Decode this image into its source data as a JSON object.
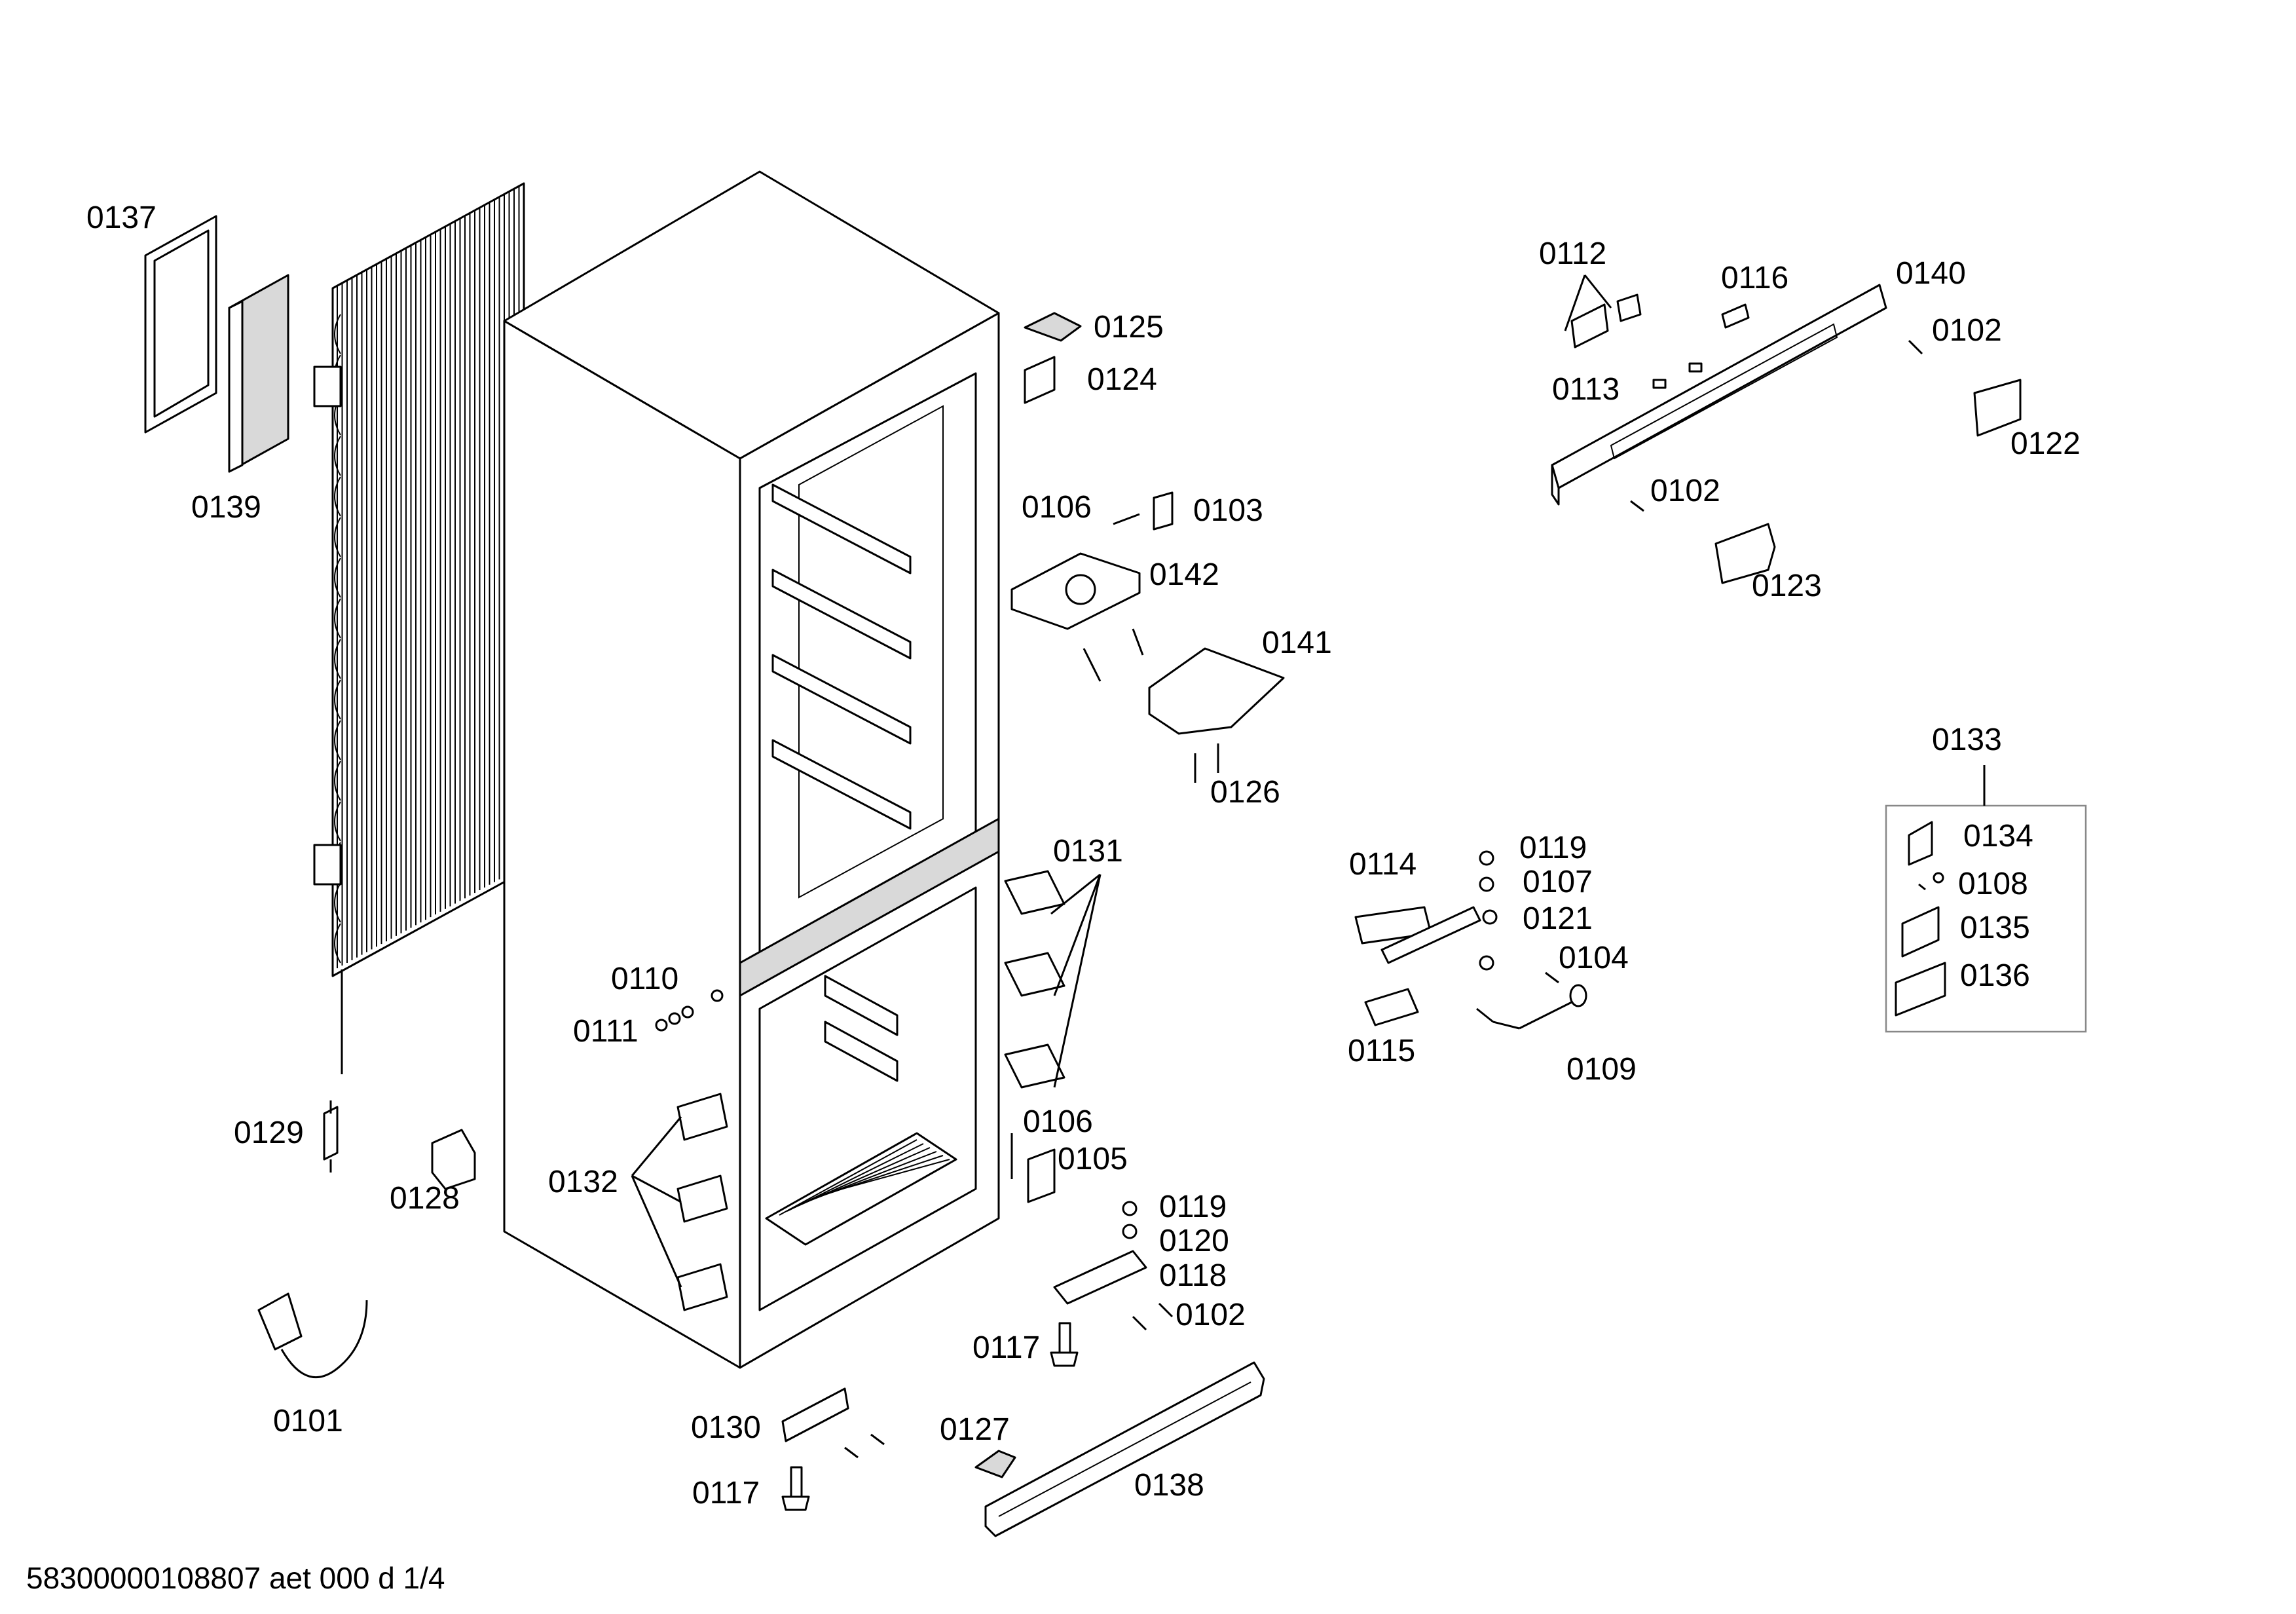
{
  "document": {
    "footer": "58300000108807 aet 000 d 1/4"
  },
  "labels": {
    "l0137": "0137",
    "l0139": "0139",
    "l0129": "0129",
    "l0128": "0128",
    "l0101": "0101",
    "l0125": "0125",
    "l0124": "0124",
    "l0106a": "0106",
    "l0103": "0103",
    "l0142": "0142",
    "l0141": "0141",
    "l0126": "0126",
    "l0131": "0131",
    "l0110": "0110",
    "l0111": "0111",
    "l0132": "0132",
    "l0106b": "0106",
    "l0105": "0105",
    "l0119b": "0119",
    "l0120": "0120",
    "l0118": "0118",
    "l0102c": "0102",
    "l0117a": "0117",
    "l0130": "0130",
    "l0127": "0127",
    "l0117b": "0117",
    "l0138": "0138",
    "l0112": "0112",
    "l0116": "0116",
    "l0140": "0140",
    "l0102a": "0102",
    "l0113": "0113",
    "l0122": "0122",
    "l0102b": "0102",
    "l0123": "0123",
    "l0114": "0114",
    "l0119a": "0119",
    "l0107": "0107",
    "l0121": "0121",
    "l0104": "0104",
    "l0115": "0115",
    "l0109": "0109",
    "l0133": "0133",
    "l0134": "0134",
    "l0108": "0108",
    "l0135": "0135",
    "l0136": "0136"
  }
}
